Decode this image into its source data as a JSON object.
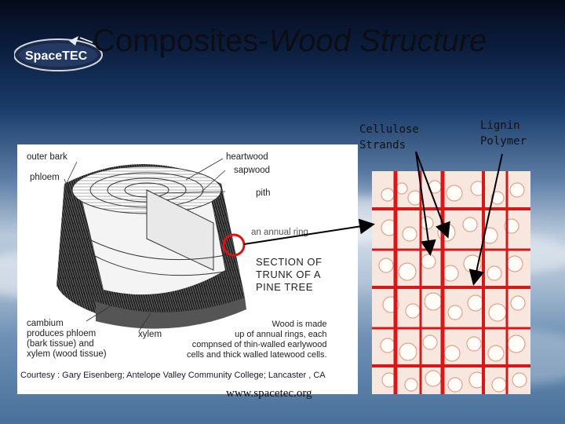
{
  "title": {
    "main": "Composites-",
    "italic": "Wood Structure"
  },
  "logo": {
    "text": "SpaceTEC",
    "icon": "spacetec-swoosh-logo"
  },
  "annotations": {
    "cellulose": "Cellulose\nStrands",
    "lignin": "Lignin\nPolymer"
  },
  "diagram_labels": {
    "outer_bark": "outer bark",
    "phloem": "phloem",
    "heartwood": "heartwood",
    "sapwood": "sapwood",
    "pith": "pith",
    "annual_ring": "an annual ring",
    "section": "SECTION OF\nTRUNK OF A\nPINE TREE",
    "cambium": "cambium\nproduces phloem\n(bark tissue) and\nxylem (wood tissue)",
    "xylem": "xylem",
    "wood_note": "Wood is made\nup of annual rings, each\ncompnsed of thin-walled earlywood\ncells and thick walled latewood cells."
  },
  "courtesy": "Courtesy : Gary Eisenberg; Antelope Valley Community College; Lancaster , CA",
  "url": "www.spacetec.org",
  "colors": {
    "highlight_circle": "#e01010",
    "cell_walls": "#d81818",
    "arrow": "#000000"
  }
}
